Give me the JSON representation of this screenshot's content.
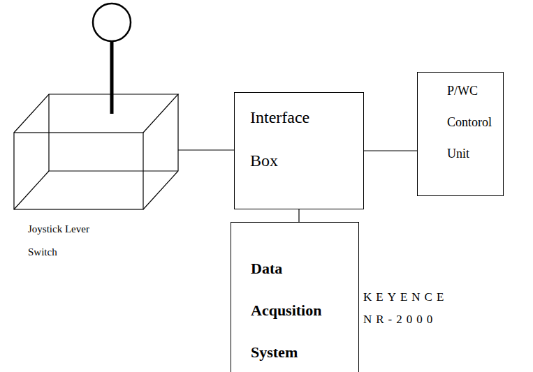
{
  "diagram": {
    "nodes": [
      {
        "text": [
          "Interface Box"
        ]
      },
      {
        "text": [
          "P/WC Contorol Unit"
        ]
      },
      {
        "text": [
          "Data Acqusition System"
        ]
      }
    ],
    "edges": [
      {
        "from": 0,
        "to": 1,
        "arrow": "none"
      },
      {
        "from": 0,
        "to": 2,
        "arrow": "none"
      }
    ],
    "labels": [
      "Joystick Lever Switch",
      "KEYENCE NR-2000"
    ]
  }
}
